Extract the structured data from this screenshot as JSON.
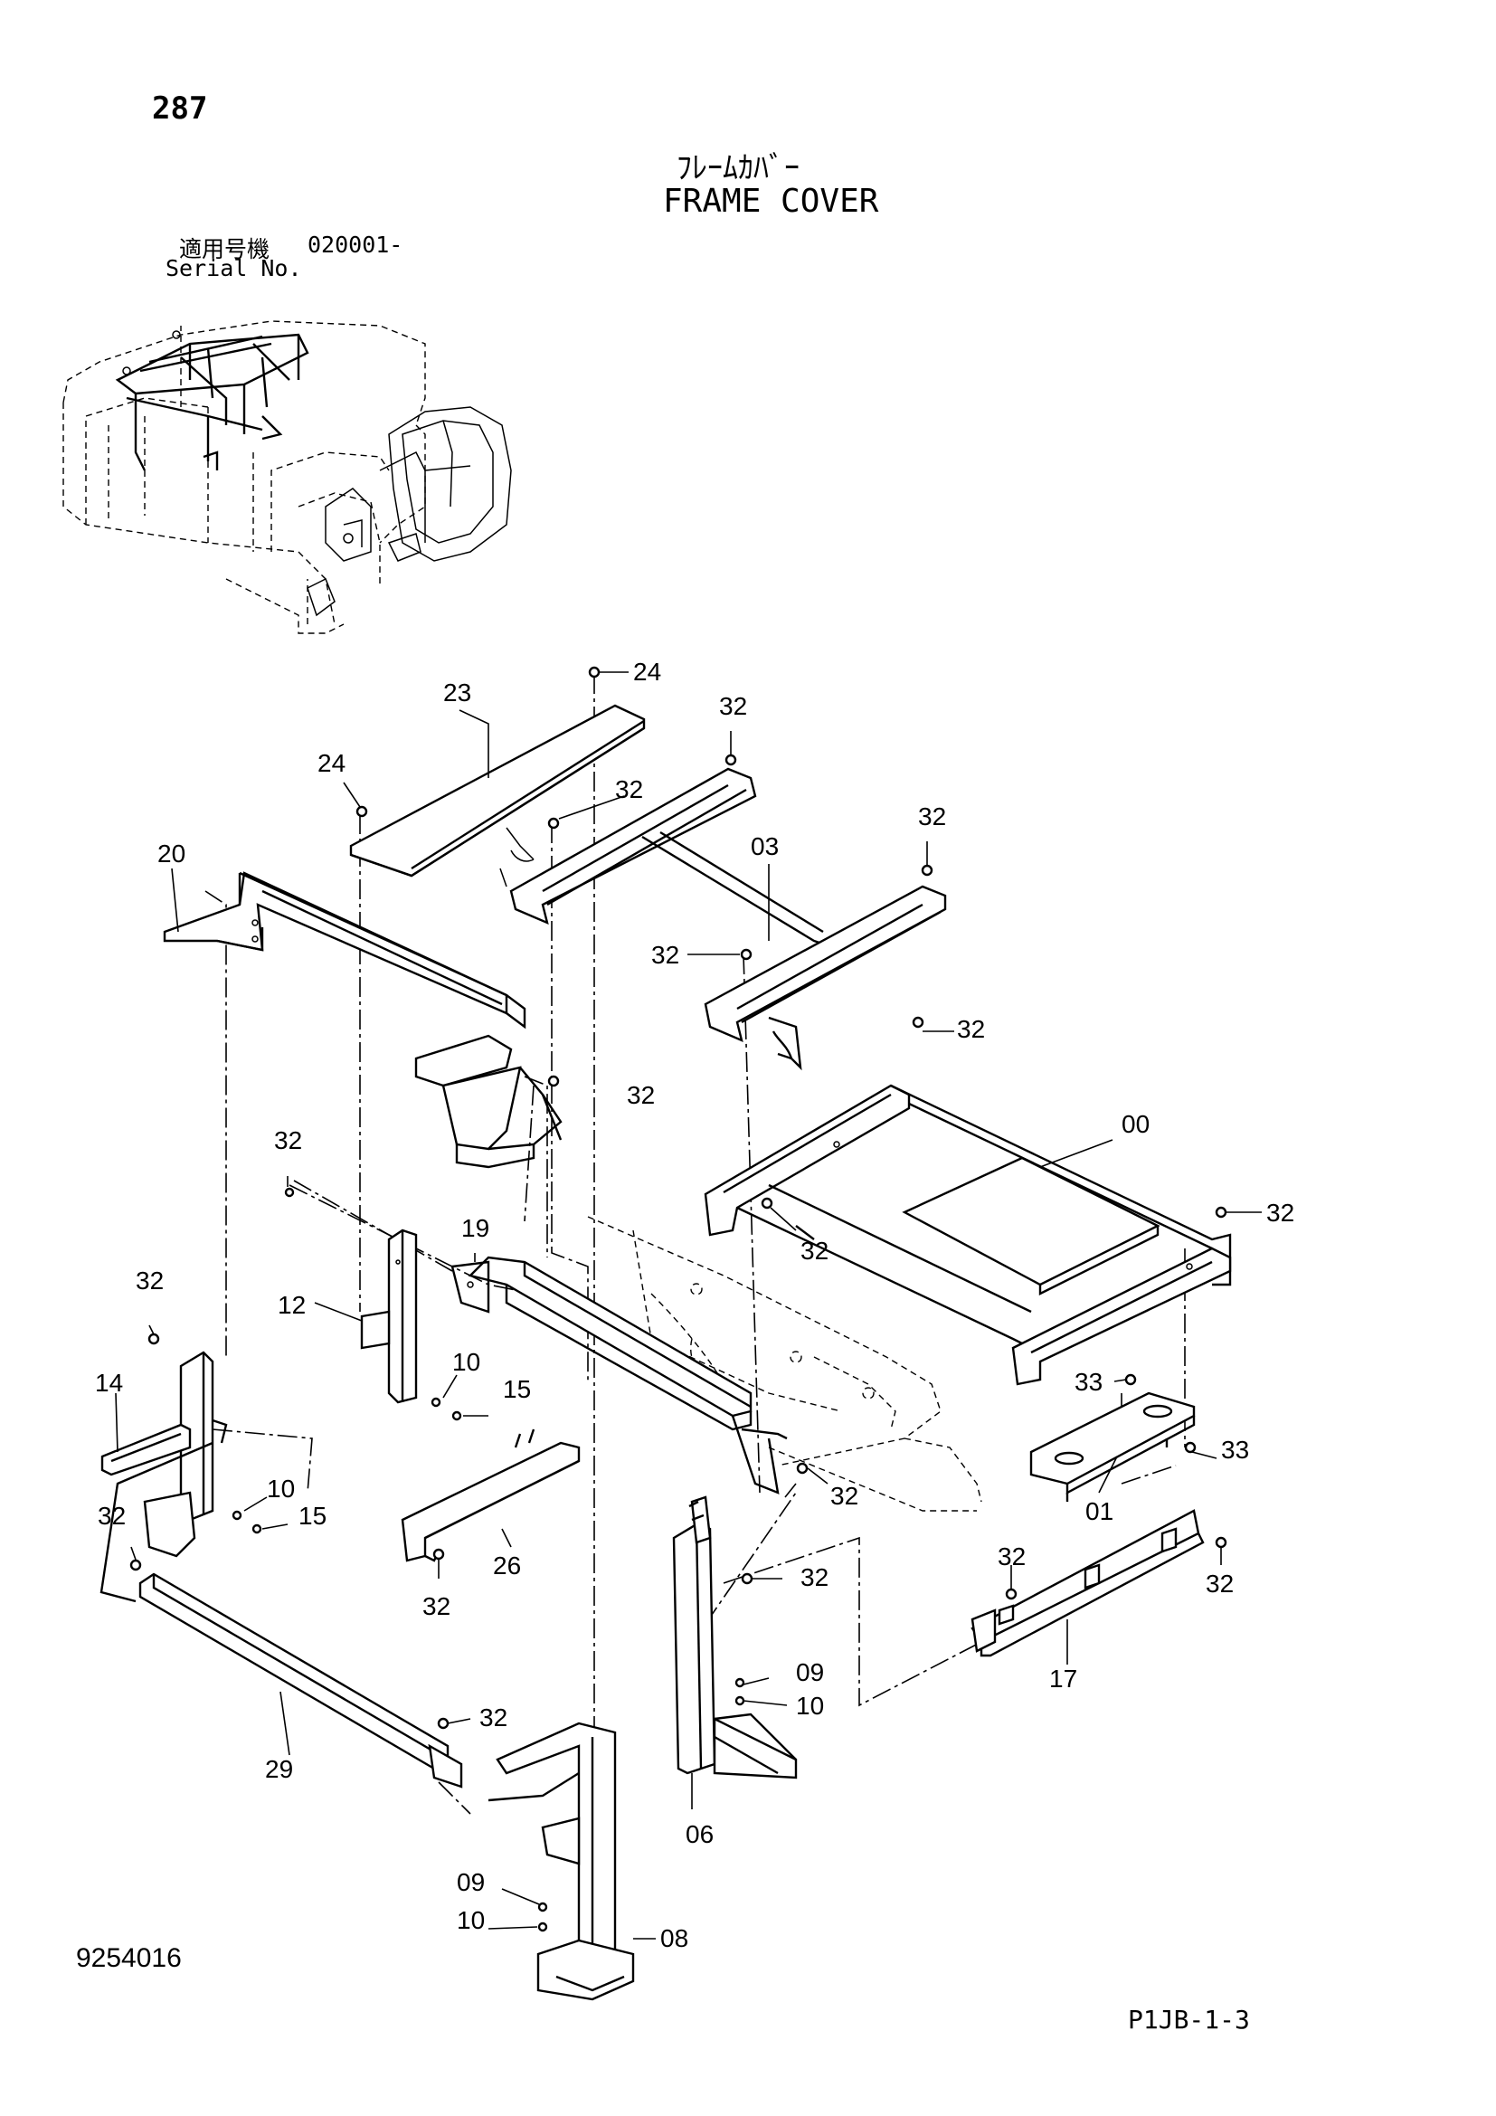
{
  "header": {
    "page_number": "287",
    "title_japanese": "ﾌﾚｰﾑｶﾊﾞｰ",
    "title_english": "FRAME COVER",
    "serial_label_japanese": "適用号機",
    "serial_value": "020001-",
    "serial_label_english": "Serial No."
  },
  "footer": {
    "document_number": "9254016",
    "page_code": "P1JB-1-3"
  },
  "part_labels": {
    "p24_top": "24",
    "p23": "23",
    "p32_a": "32",
    "p24_left": "24",
    "p32_b": "32",
    "p03": "03",
    "p32_c": "32",
    "p20": "20",
    "p32_d": "32",
    "p32_e": "32",
    "p32_f": "32",
    "p00": "00",
    "p32_g": "32",
    "p32_h": "32",
    "p32_i": "32",
    "p19": "19",
    "p12": "12",
    "p32_j": "32",
    "p10_a": "10",
    "p15_a": "15",
    "p14": "14",
    "p33_a": "33",
    "p33_b": "33",
    "p01": "01",
    "p32_k": "32",
    "p10_b": "10",
    "p15_b": "15",
    "p26": "26",
    "p32_l": "32",
    "p32_m": "32",
    "p32_n": "32",
    "p32_o": "32",
    "p32_p": "32",
    "p17": "17",
    "p09_a": "09",
    "p10_c": "10",
    "p29": "29",
    "p32_q": "32",
    "p06": "06",
    "p09_b": "09",
    "p10_d": "10",
    "p08": "08"
  }
}
